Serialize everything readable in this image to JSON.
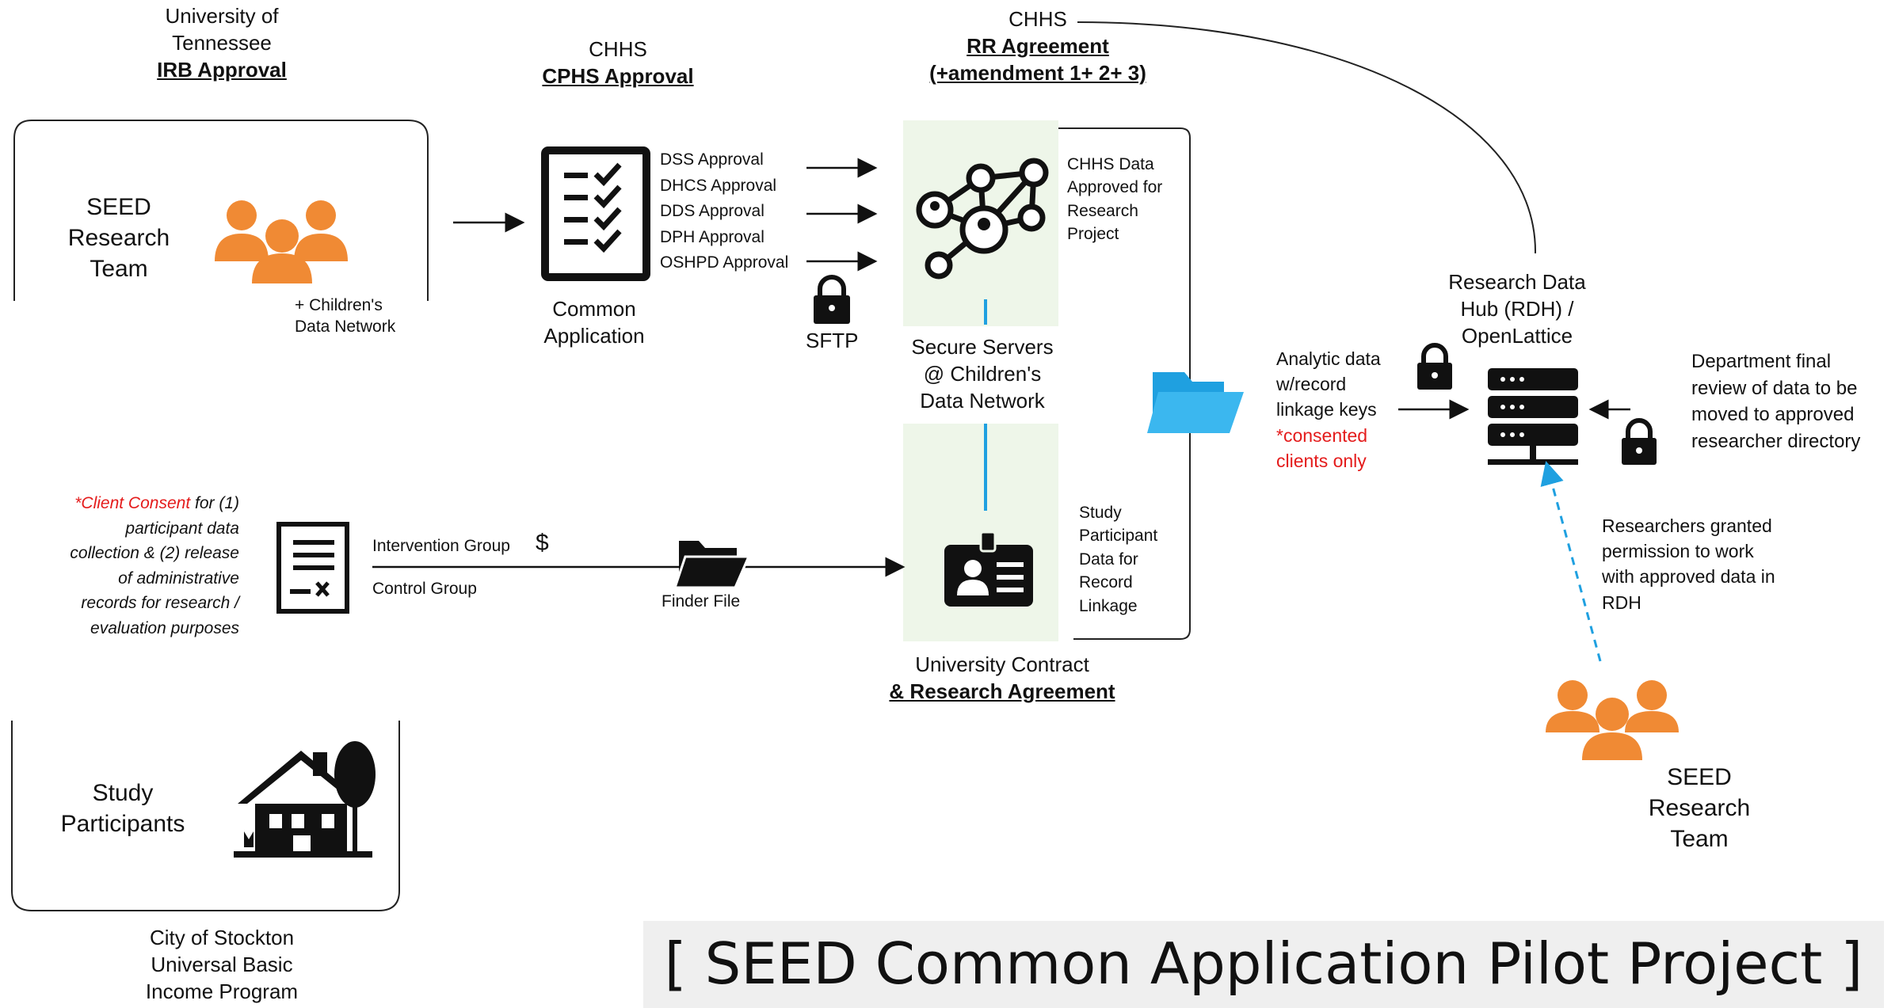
{
  "irb": {
    "line1": "University of",
    "line2": "Tennessee",
    "title": "IRB Approval"
  },
  "cphs": {
    "line1": "CHHS",
    "title": "CPHS Approval"
  },
  "rr": {
    "line1": "CHHS",
    "title": "RR Agreement",
    "amend": "(+amendment 1+ 2+ 3)"
  },
  "team_left": {
    "l1": "SEED",
    "l2": "Research",
    "l3": "Team",
    "sub1": "+ Children's",
    "sub2": "Data Network"
  },
  "common_app": {
    "l1": "Common",
    "l2": "Application"
  },
  "approvals": [
    "DSS Approval",
    "DHCS Approval",
    "DDS Approval",
    "DPH Approval",
    "OSHPD Approval"
  ],
  "sftp": "SFTP",
  "chhs_data": {
    "l1": "CHHS Data",
    "l2": "Approved for",
    "l3": "Research",
    "l4": "Project"
  },
  "secure": {
    "l1": "Secure Servers",
    "l2": "@ Children's",
    "l3": "Data Network"
  },
  "study_data": {
    "l1": "Study",
    "l2": "Participant",
    "l3": "Data for",
    "l4": "Record",
    "l5": "Linkage"
  },
  "univ_contract": {
    "l1": "University Contract",
    "l2": "& Research Agreement"
  },
  "consent": {
    "red": "*Client Consent",
    "rest1": " for (1)",
    "l2": "participant data",
    "l3": "collection & (2) release",
    "l4": "of administrative",
    "l5": "records for research /",
    "l6": "evaluation purposes"
  },
  "groups": {
    "intervention": "Intervention Group",
    "dollar": "$",
    "control": "Control Group"
  },
  "finder": "Finder File",
  "participants": {
    "l1": "Study",
    "l2": "Participants"
  },
  "stockton": {
    "l1": "City of Stockton",
    "l2": "Universal Basic",
    "l3": "Income Program"
  },
  "analytic": {
    "l1": "Analytic data",
    "l2": "w/record",
    "l3": "linkage keys",
    "l4": "*consented",
    "l5": "clients only"
  },
  "rdh": {
    "l1": "Research Data",
    "l2": "Hub (RDH)  /",
    "l3": "OpenLattice"
  },
  "dept": {
    "l1": "Department final",
    "l2": "review of data to be",
    "l3": "moved to approved",
    "l4": "researcher directory"
  },
  "granted": {
    "l1": "Researchers granted",
    "l2": "permission to work",
    "l3": "with approved data in",
    "l4": "RDH"
  },
  "team_right": {
    "l1": "SEED",
    "l2": "Research",
    "l3": "Team"
  },
  "banner": "[ SEED Common Application Pilot Project ]",
  "colors": {
    "orange": "#f08a34",
    "blue": "#1fa0e0",
    "red": "#e41b1b",
    "green_bg": "#eef6e9"
  }
}
